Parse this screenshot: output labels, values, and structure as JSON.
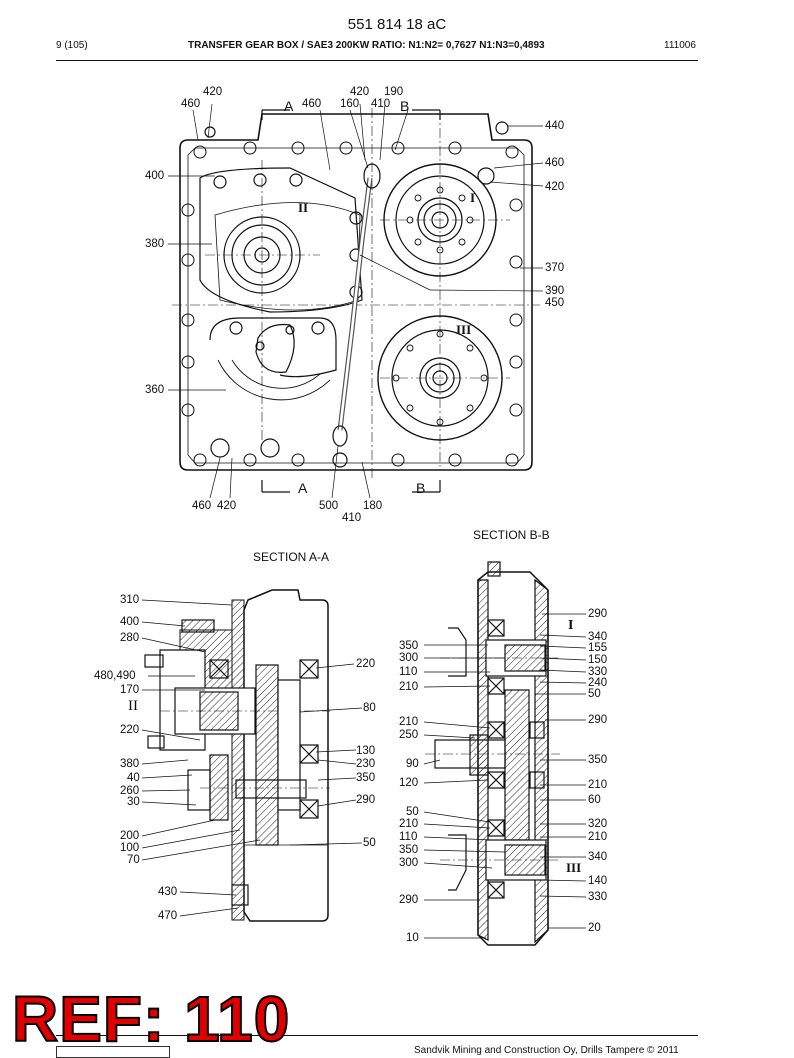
{
  "header": {
    "doc_number": "551 814 18 aC",
    "page": "9 (105)",
    "title": "TRANSFER GEAR BOX / SAE3 200KW RATIO: N1:N2= 0,7627 N1:N3=0,4893",
    "code": "111006"
  },
  "top_view": {
    "section_a": "A",
    "section_b": "B",
    "shaft_I": "I",
    "shaft_II": "II",
    "shaft_III": "III",
    "labels": {
      "l420a": "420",
      "l460a": "460",
      "l420b": "420",
      "l190": "190",
      "l460b": "460",
      "l160": "160",
      "l410a": "410",
      "l440": "440",
      "l460r": "460",
      "l420r": "420",
      "l400": "400",
      "l380": "380",
      "l370": "370",
      "l390": "390",
      "l450": "450",
      "l360": "360",
      "l460bl": "460",
      "l420bl": "420",
      "l500": "500",
      "l180": "180",
      "l410b": "410"
    }
  },
  "section_aa": {
    "title": "SECTION A-A",
    "shaft": "II",
    "labels": {
      "l310": "310",
      "l400": "400",
      "l280": "280",
      "l480": "480,490",
      "l170": "170",
      "l220a": "220",
      "l380": "380",
      "l40": "40",
      "l260": "260",
      "l30": "30",
      "l200": "200",
      "l100": "100",
      "l70": "70",
      "l430": "430",
      "l470": "470",
      "l220b": "220",
      "l80": "80",
      "l130": "130",
      "l230": "230",
      "l350": "350",
      "l290": "290",
      "l50": "50"
    }
  },
  "section_bb": {
    "title": "SECTION B-B",
    "shaft_I": "I",
    "shaft_III": "III",
    "labels": {
      "l350a": "350",
      "l300a": "300",
      "l110a": "110",
      "l210a": "210",
      "l210b": "210",
      "l250": "250",
      "l90": "90",
      "l120": "120",
      "l50": "50",
      "l210c": "210",
      "l110b": "110",
      "l350b": "350",
      "l300b": "300",
      "l290l": "290",
      "l10": "10",
      "l290a": "290",
      "l340a": "340",
      "l155": "155",
      "l150": "150",
      "l330a": "330",
      "l240": "240",
      "l50r": "50",
      "l290b": "290",
      "l350r": "350",
      "l210d": "210",
      "l60": "60",
      "l320": "320",
      "l210e": "210",
      "l340b": "340",
      "l140": "140",
      "l330b": "330",
      "l20": "20"
    }
  },
  "stamp": "REF: 110",
  "footer": {
    "copyright": "Sandvik Mining and Construction Oy, Drills Tampere © 2011"
  }
}
